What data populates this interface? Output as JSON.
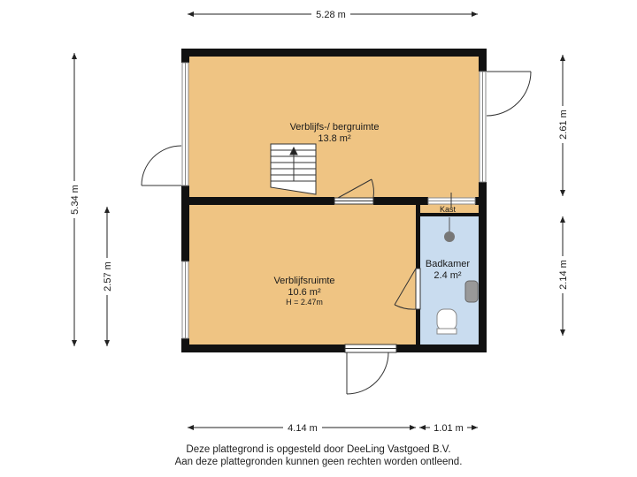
{
  "dimensions": {
    "top_width": "5.28 m",
    "left_total_height": "5.34 m",
    "left_lower_height": "2.57 m",
    "right_upper_height": "2.61 m",
    "right_lower_height": "2.14 m",
    "bottom_left_width": "4.14 m",
    "bottom_right_width": "1.01 m"
  },
  "rooms": {
    "upper": {
      "name": "Verblijfs-/ bergruimte",
      "area": "13.8 m²"
    },
    "lower": {
      "name": "Verblijfsruimte",
      "area": "10.6 m²",
      "height": "H = 2.47m"
    },
    "bathroom": {
      "name": "Badkamer",
      "area": "2.4 m²"
    },
    "closet": {
      "name": "Kast"
    }
  },
  "footer": {
    "line1": "Deze plattegrond is opgesteld door DeeLing Vastgoed B.V.",
    "line2": "Aan deze plattegronden kunnen geen rechten worden ontleend."
  },
  "colors": {
    "floor": "#EFC483",
    "bathroom_floor": "#C9DCEF",
    "wall": "#111111"
  }
}
